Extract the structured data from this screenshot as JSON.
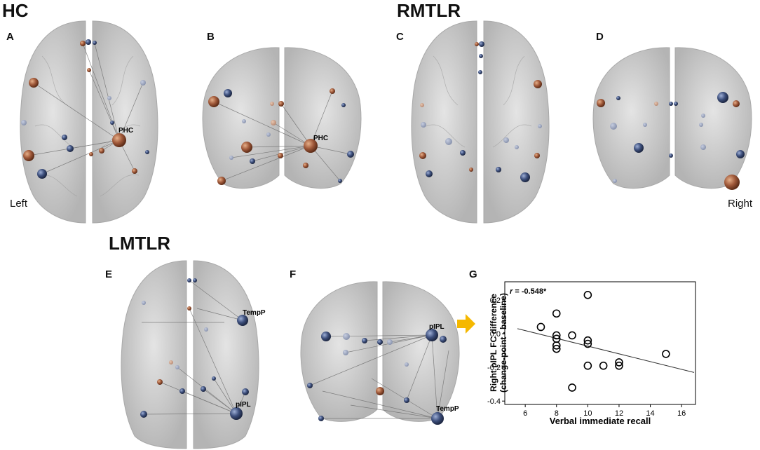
{
  "groups": {
    "hc": "HC",
    "rmtlr": "RMTLR",
    "lmtlr": "LMTLR"
  },
  "panels": {
    "a": "A",
    "b": "B",
    "c": "C",
    "d": "D",
    "e": "E",
    "f": "F",
    "g": "G"
  },
  "orientation": {
    "left": "Left",
    "right": "Right"
  },
  "regions": {
    "phc": "PHC",
    "tempp": "TempP",
    "pipl": "pIPL"
  },
  "colors": {
    "node_orange": "#8b4a2b",
    "node_blue": "#2e3f66",
    "arrow": "#f5b800",
    "brain": "#c9c9c9"
  },
  "chart_data": {
    "type": "scatter",
    "annotation_r": "r",
    "annotation_value": " = -0.548*",
    "xlabel": "Verbal immediate recall",
    "ylabel_line1": "Right pIPL FC difference",
    "ylabel_line2": "(change-point - baseline)",
    "xlim": [
      5.5,
      16.8
    ],
    "ylim": [
      -0.42,
      0.3
    ],
    "xticks": [
      6,
      8,
      10,
      12,
      14,
      16
    ],
    "yticks": [
      0.2,
      0.0,
      -0.2,
      -0.4
    ],
    "ytick_labels": [
      "0.2",
      "0.0",
      "-0.2",
      "-0.4"
    ],
    "points": [
      {
        "x": 7,
        "y": 0.04
      },
      {
        "x": 8,
        "y": 0.12
      },
      {
        "x": 8,
        "y": -0.01
      },
      {
        "x": 8,
        "y": -0.03
      },
      {
        "x": 8,
        "y": -0.07
      },
      {
        "x": 8,
        "y": -0.09
      },
      {
        "x": 9,
        "y": -0.01
      },
      {
        "x": 9,
        "y": -0.32
      },
      {
        "x": 10,
        "y": 0.23
      },
      {
        "x": 10,
        "y": -0.04
      },
      {
        "x": 10,
        "y": -0.06
      },
      {
        "x": 10,
        "y": -0.19
      },
      {
        "x": 11,
        "y": -0.19
      },
      {
        "x": 12,
        "y": -0.17
      },
      {
        "x": 12,
        "y": -0.19
      },
      {
        "x": 15,
        "y": -0.12
      }
    ],
    "trendline": {
      "x1": 5.5,
      "y1": 0.03,
      "x2": 16.8,
      "y2": -0.23
    }
  }
}
